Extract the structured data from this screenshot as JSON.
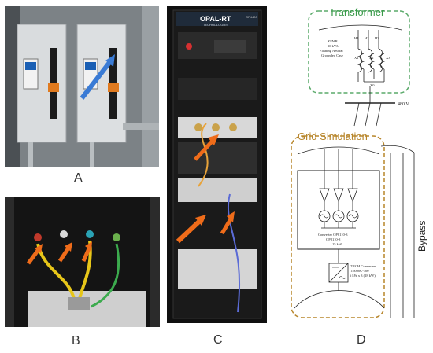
{
  "panels": {
    "a": {
      "label": "A"
    },
    "b": {
      "label": "B"
    },
    "c": {
      "label": "C",
      "logo_text": "OPAL-RT",
      "logo_sub": "TECHNOLOGIES",
      "model_text": "OP4400"
    },
    "d": {
      "label": "D"
    }
  },
  "transformer": {
    "title": "Transformer",
    "description": [
      "XFMR",
      "30 kVA",
      "Floating Neutral",
      "Grounded Case"
    ],
    "terminals": [
      "H1",
      "H2",
      "H3",
      "X1",
      "X2",
      "X3",
      "X0"
    ],
    "voltage": "480 V"
  },
  "grid_simulation": {
    "title": "Grid Simulation",
    "converter_label": [
      "Converter OP8110-3",
      "OP8110-8",
      "15 kW"
    ],
    "itech_label": [
      "ITECH Converters",
      "IT6000C-300",
      "6 kW x 3 (18 kW)"
    ]
  },
  "bypass_label": "Bypass",
  "colors": {
    "transformer_border": "#5aaa6a",
    "grid_sim_border": "#b7852a",
    "line": "#222222"
  },
  "icons": [
    "arrow-icon",
    "amplifier-icon",
    "ac-source-icon",
    "inverter-icon"
  ]
}
